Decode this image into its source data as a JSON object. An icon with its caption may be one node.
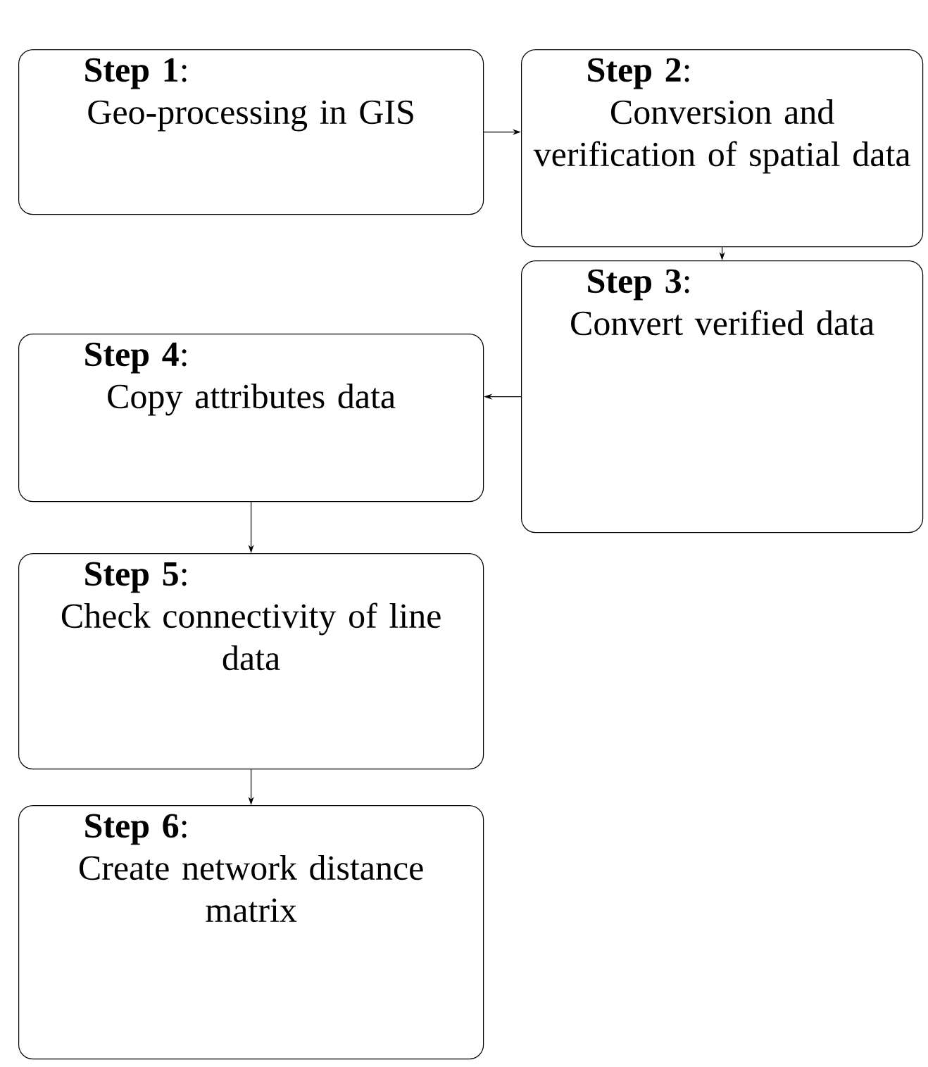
{
  "diagram": {
    "nodes": [
      {
        "text": [
          "**Step 1**:",
          "Geo-processing in GIS"
        ]
      },
      {
        "text": [
          "**Step 2**:",
          "Conversion and verification of spatial data"
        ]
      },
      {
        "text": [
          "**Step 3**:",
          "Convert verified data"
        ]
      },
      {
        "text": [
          "**Step 4**:",
          "Copy attributes data"
        ]
      },
      {
        "text": [
          "**Step 5**:",
          "Check connectivity of line data"
        ]
      },
      {
        "text": [
          "**Step 6**:",
          "Create network distance matrix"
        ]
      }
    ],
    "edges": [
      {
        "from": 0,
        "to": 1,
        "arrow": "to"
      },
      {
        "from": 1,
        "to": 2,
        "arrow": "to"
      },
      {
        "from": 2,
        "to": 3,
        "arrow": "to"
      },
      {
        "from": 3,
        "to": 4,
        "arrow": "to"
      },
      {
        "from": 4,
        "to": 5,
        "arrow": "to"
      }
    ]
  }
}
